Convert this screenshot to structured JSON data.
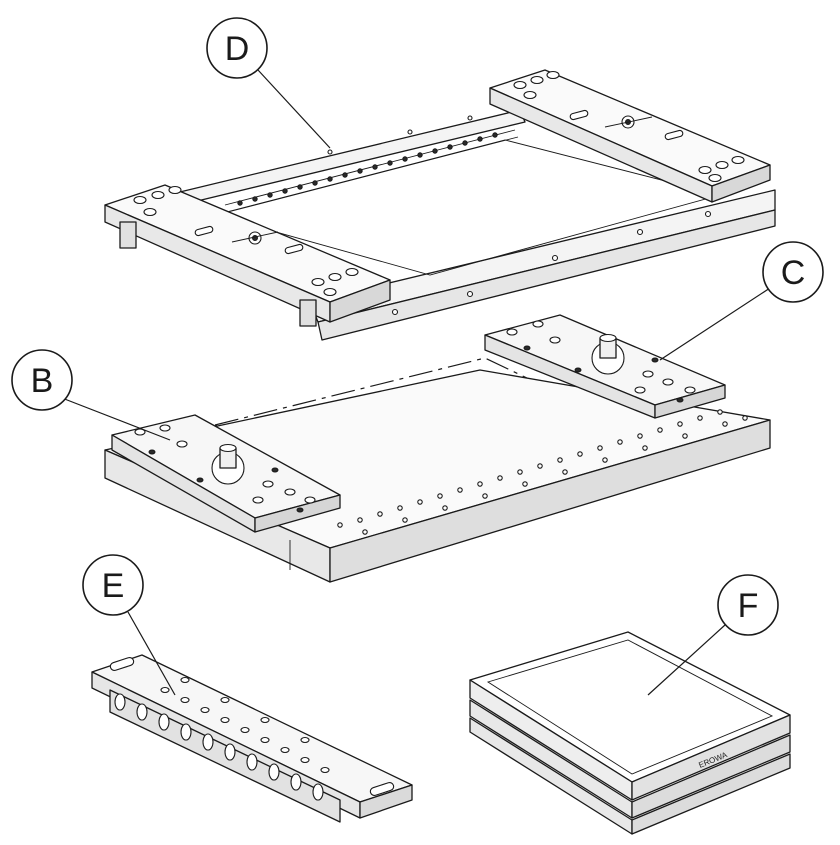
{
  "callouts": {
    "d": "D",
    "c": "C",
    "b": "B",
    "e": "E",
    "f": "F"
  },
  "parts": {
    "tray_brand": "EROWA"
  }
}
